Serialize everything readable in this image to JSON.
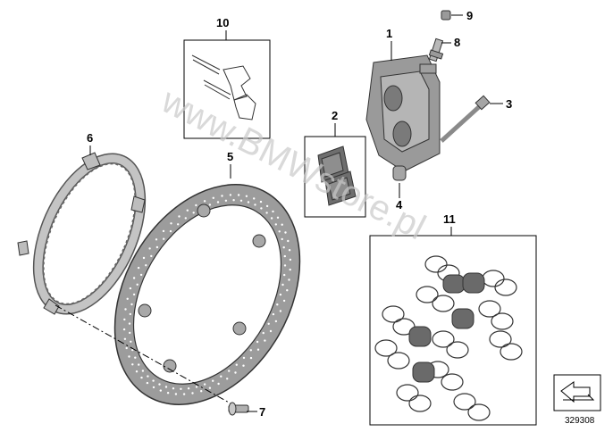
{
  "callouts": {
    "c1": "1",
    "c2": "2",
    "c3": "3",
    "c4": "4",
    "c5": "5",
    "c6": "6",
    "c7": "7",
    "c8": "8",
    "c9": "9",
    "c10": "10",
    "c11": "11"
  },
  "watermark": "www.BMWstore.pl",
  "reference_number": "329308",
  "colors": {
    "part_fill": "#b5b5b5",
    "part_dark": "#8a8a8a",
    "outline": "#000000",
    "watermark": "#c9c9c9"
  }
}
